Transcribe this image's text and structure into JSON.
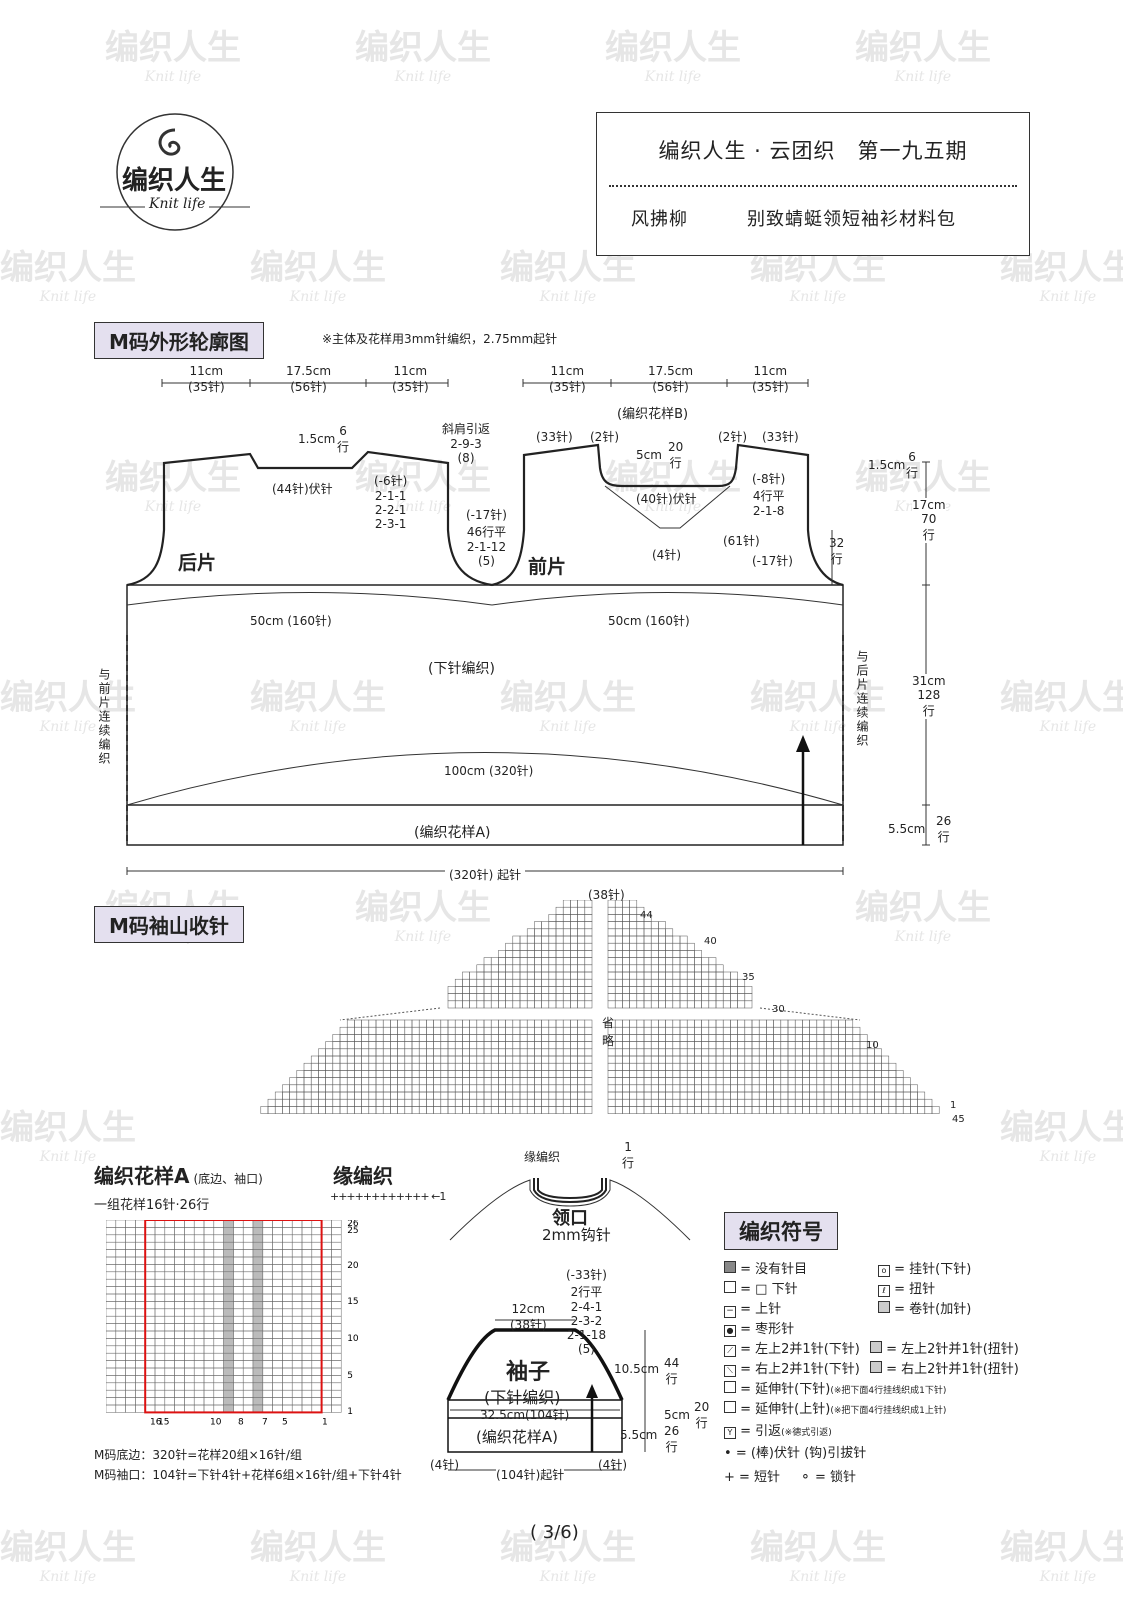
{
  "header": {
    "title": "编织人生 · 云团织　第一九五期",
    "subtitle_name": "风拂柳",
    "subtitle_desc": "别致蜻蜓领短袖衫材料包"
  },
  "logo": {
    "text": "编织人生",
    "sub": "Knit life"
  },
  "watermark": {
    "text": "编织人生",
    "sub": "Knit life"
  },
  "section1": {
    "title": "M码外形轮廓图",
    "note": "※主体及花样用3mm针编织，2.75mm起针"
  },
  "back": {
    "label": "后片",
    "w1": "11cm",
    "w1s": "(35针)",
    "w2": "17.5cm",
    "w2s": "(56针)",
    "w3": "11cm",
    "w3s": "(35针)",
    "neck_h": "1.5cm",
    "neck_rows": "6",
    "neck_rows_unit": "行",
    "neck_bind": "(44针)伏针",
    "shoulder": "斜肩引返",
    "shoulder_p": "2-9-3",
    "shoulder_n": "(8)",
    "dec": "(-6针)",
    "dec1": "2-1-1",
    "dec2": "2-2-1",
    "dec3": "2-3-1",
    "arm": "(-17针)",
    "arm_rows": "46行平",
    "arm_p": "2-1-12",
    "arm_n": "(5)"
  },
  "front": {
    "label": "前片",
    "w1": "11cm",
    "w1s": "(35针)",
    "w2": "17.5cm",
    "w2s": "(56针)",
    "w3": "11cm",
    "w3s": "(35针)",
    "pattern_b": "(编织花样B)",
    "l33": "(33针)",
    "l2": "(2针)",
    "r2": "(2针)",
    "r33": "(33针)",
    "neck_h": "5cm",
    "neck_rows": "20",
    "neck_rows_unit": "行",
    "bind": "(40针)伏针",
    "dec": "(-8针)",
    "dec_rows": "4行平",
    "dec_p": "2-1-8",
    "mid4": "(4针)",
    "s61": "(61针)",
    "arm": "(-17针)",
    "arm_rows": "32",
    "arm_rows_unit": "行"
  },
  "body": {
    "half_w_left": "50cm (160针)",
    "half_w_right": "50cm (160针)",
    "stitch": "(下针编织)",
    "total": "100cm (320针)",
    "pattern_a": "(编织花样A)",
    "cast_on": "(320针) 起针",
    "left_side": "与前片连续编织",
    "right_side": "与后片连续编织"
  },
  "right_dims": {
    "d1": "1.5cm",
    "d1r": "6",
    "d1u": "行",
    "d2": "17cm",
    "d2r": "70",
    "d2u": "行",
    "d3": "31cm",
    "d3r": "128",
    "d3u": "行",
    "d4": "5.5cm",
    "d4r": "26",
    "d4u": "行"
  },
  "section2": {
    "title": "M码袖山收针",
    "top": "(38针)",
    "omit1": "省",
    "omit2": "略",
    "rows": [
      "44",
      "40",
      "35",
      "30",
      "10",
      "1",
      "45"
    ]
  },
  "patternA": {
    "title": "编织花样A",
    "title_note": "(底边、袖口)",
    "group": "一组花样16针·26行",
    "row_labels": [
      "26",
      "25",
      "20",
      "15",
      "10",
      "5",
      "1"
    ],
    "col_labels": [
      "16",
      "15",
      "10",
      "8",
      "7",
      "5",
      "1"
    ],
    "note1": "M码底边：320针=花样20组×16针/组",
    "note2": "M码袖口：104针=下针4针+花样6组×16针/组+下针4针"
  },
  "edging": {
    "title": "缘编织",
    "marker": "←1"
  },
  "collar": {
    "top_label": "缘编织",
    "rows": "1",
    "rows_unit": "行",
    "title": "领口",
    "hook": "2mm钩针"
  },
  "sleeve": {
    "title": "袖子",
    "stitch": "(下针编织)",
    "width": "32.5cm(104针)",
    "pattern": "(编织花样A)",
    "top_w": "12cm",
    "top_ws": "(38针)",
    "dec": "(-33针)",
    "dec_rows": "2行平",
    "dec1": "2-4-1",
    "dec2": "2-3-2",
    "dec3": "2-1-18",
    "dec_n": "(5)",
    "h1": "10.5cm",
    "h1r": "44",
    "h1u": "行",
    "h2": "5cm",
    "h2r": "20",
    "h2u": "行",
    "h3": "5.5cm",
    "h3r": "26",
    "h3u": "行",
    "left4": "(4针)",
    "cast": "(104针)起针",
    "right4": "(4针)"
  },
  "symbols": {
    "title": "编织符号",
    "items": [
      "= 没有针目",
      "= □ 下针",
      "= 上针",
      "= 枣形针",
      "= 左上2并1针(下针)",
      "= 右上2并1针(下针)",
      "= 延伸针(下针)",
      "= 延伸针(上针)",
      "= 引返",
      "= (棒)伏针 (钩)引拔针",
      "= 短针",
      "= 锁针"
    ],
    "items_right": [
      "= 挂针(下针)",
      "= 扭针",
      "= 卷针(加针)",
      "= 左上2针并1针(扭针)",
      "= 右上2针并1针(扭针)"
    ],
    "note_ext1": "(※把下面4行挂线织成1下针)",
    "note_ext2": "(※把下面4行挂线织成1上针)",
    "note_ret": "(※德式引返)"
  },
  "page_number": "( 3/6)"
}
